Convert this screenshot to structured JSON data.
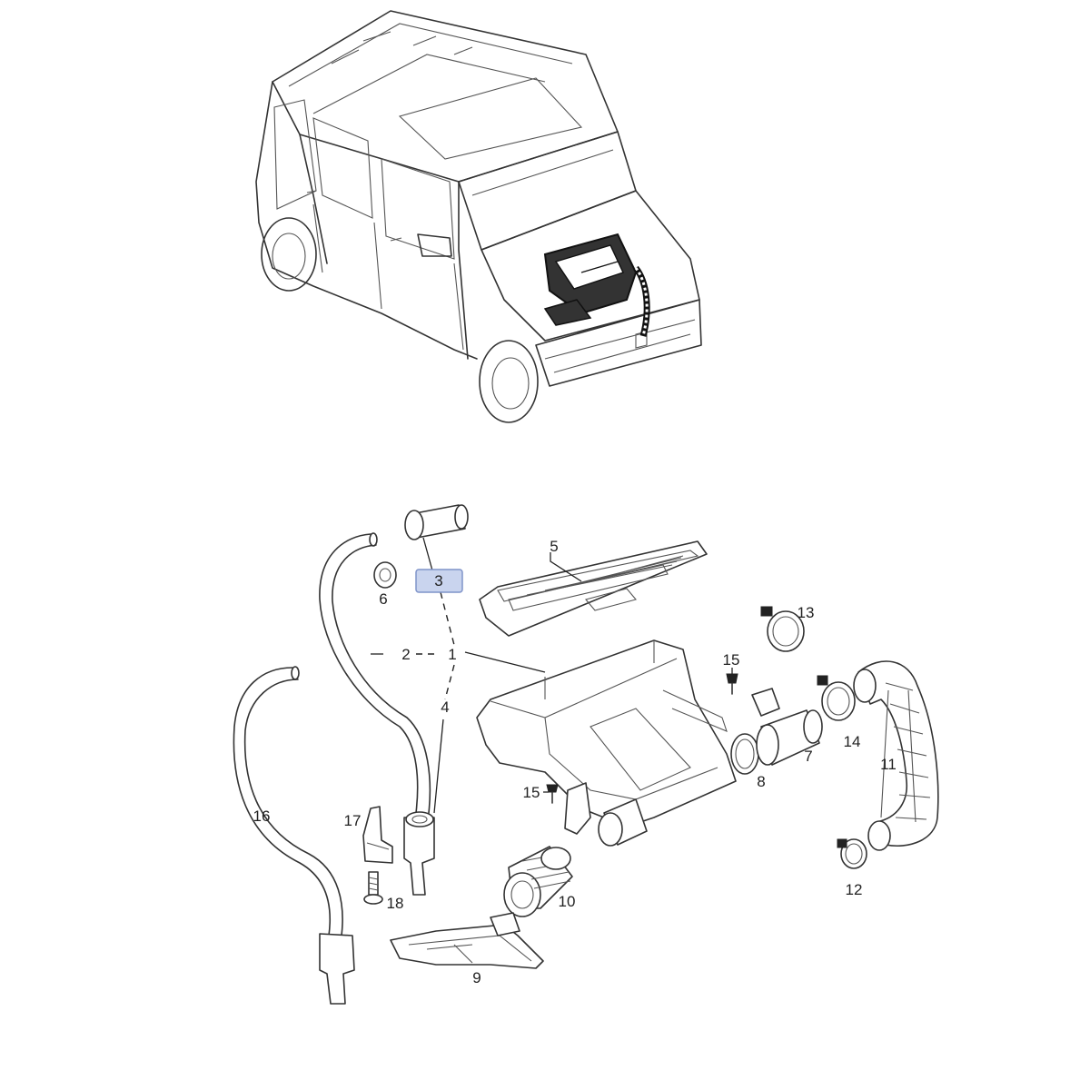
{
  "callouts": [
    {
      "id": "c1",
      "label": "1"
    },
    {
      "id": "c2",
      "label": "2"
    },
    {
      "id": "c3",
      "label": "3",
      "highlighted": true
    },
    {
      "id": "c4",
      "label": "4"
    },
    {
      "id": "c5",
      "label": "5"
    },
    {
      "id": "c6",
      "label": "6"
    },
    {
      "id": "c7",
      "label": "7"
    },
    {
      "id": "c8",
      "label": "8"
    },
    {
      "id": "c9",
      "label": "9"
    },
    {
      "id": "c10",
      "label": "10"
    },
    {
      "id": "c11",
      "label": "11"
    },
    {
      "id": "c12",
      "label": "12"
    },
    {
      "id": "c13",
      "label": "13"
    },
    {
      "id": "c14",
      "label": "14"
    },
    {
      "id": "c15a",
      "label": "15"
    },
    {
      "id": "c15b",
      "label": "15"
    },
    {
      "id": "c16",
      "label": "16"
    },
    {
      "id": "c17",
      "label": "17"
    },
    {
      "id": "c18",
      "label": "18"
    }
  ],
  "colors": {
    "line": "#333333",
    "highlight_fill": "#c9d4ee",
    "highlight_stroke": "#7f93c9",
    "background": "#ffffff"
  }
}
